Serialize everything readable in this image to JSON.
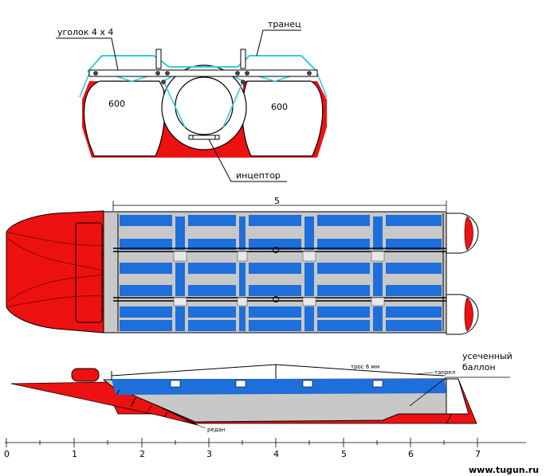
{
  "labels": {
    "angle": "уголок 4 х 4",
    "transom": "транец",
    "float_left": "600",
    "float_right": "600",
    "interceptor": "инцептор",
    "length": "5",
    "cable": "трос 6 мм",
    "tender": "тапрел",
    "truncated_1": "усеченный",
    "truncated_2": "баллон",
    "step": "редан"
  },
  "ruler": [
    "0",
    "1",
    "2",
    "3",
    "4",
    "5",
    "6",
    "7"
  ],
  "watermark": "www.tugun.ru",
  "colors": {
    "hull_red": "#ee1111",
    "frame_cyan": "#33ccdd",
    "deck_blue": "#1e6fd9",
    "deck_gray": "#c8c8c8"
  }
}
